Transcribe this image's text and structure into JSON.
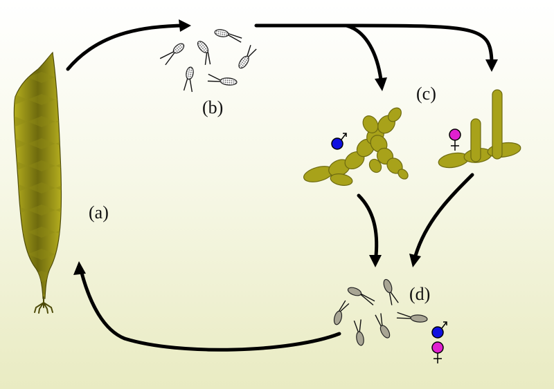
{
  "labels": {
    "a": "(a)",
    "b": "(b)",
    "c": "(c)",
    "d": "(d)"
  },
  "colors": {
    "thallus": "#a8a21a",
    "male": "#1010e0",
    "female": "#e020d0",
    "arrow": "#000000",
    "background_top": "#ffffff",
    "background_bottom": "#e9ebc2"
  },
  "icons": {
    "male": "male-symbol-icon",
    "female": "female-symbol-icon"
  }
}
